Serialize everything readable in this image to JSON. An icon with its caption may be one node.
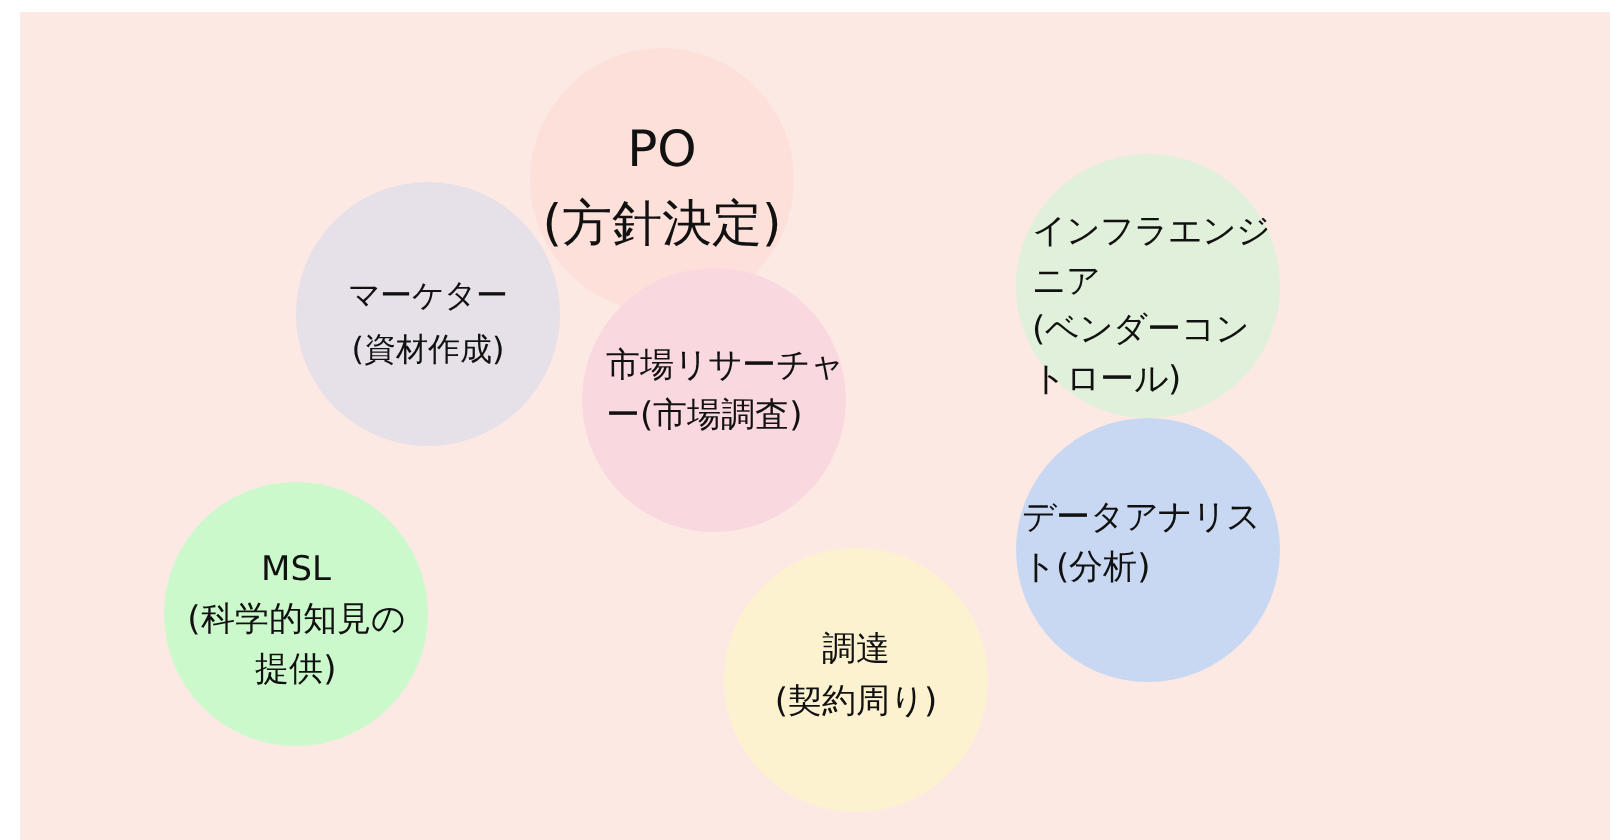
{
  "diagram": {
    "nodes": [
      {
        "text": [
          "PO",
          "(方針決定)"
        ]
      },
      {
        "text": [
          "マーケター",
          "(資材作成)"
        ]
      },
      {
        "text": [
          "市場リサーチャー(市場調査)"
        ]
      },
      {
        "text": [
          "インフラエンジニア",
          "(ベンダーコントロール)"
        ]
      },
      {
        "text": [
          "データアナリスト(分析)"
        ]
      },
      {
        "text": [
          "MSL",
          "(科学的知見の提供)"
        ]
      },
      {
        "text": [
          "調達",
          "(契約周り)"
        ]
      }
    ]
  }
}
